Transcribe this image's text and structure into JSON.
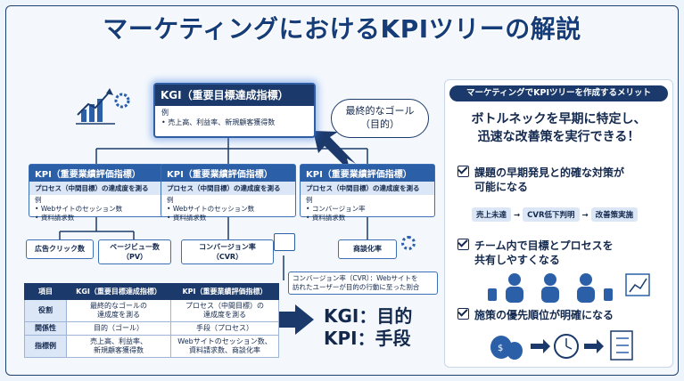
{
  "title": "マーケティングにおけるKPIツリーの解説",
  "kgi": {
    "header": "KGI（重要目標達成指標）",
    "ex_label": "例",
    "ex_item": "売上高、利益率、新規顧客獲得数"
  },
  "bubble": {
    "line1": "最終的なゴール",
    "line2": "（目的）"
  },
  "kpis": [
    {
      "header": "KPI（重要業績評価指標）",
      "sub": "プロセス（中間目標）の達成度を測る",
      "ex_label": "例",
      "items": [
        "Webサイトのセッション数",
        "資料請求数"
      ]
    },
    {
      "header": "KPI（重要業績評価指標）",
      "sub": "プロセス（中間目標）の達成度を測る",
      "ex_label": "例",
      "items": [
        "Webサイトのセッション数",
        "資料請求数"
      ]
    },
    {
      "header": "KPI（重要業績評価指標）",
      "sub": "プロセス（中間目標）の達成度を測る",
      "ex_label": "例",
      "items": [
        "コンバージョン率",
        "資料請求数"
      ]
    }
  ],
  "leaves": {
    "ad_click": "広告クリック数",
    "pv_line1": "ページビュー数",
    "pv_line2": "（PV）",
    "cvr_line1": "コンバージョン率",
    "cvr_line2": "（CVR）",
    "negotiation": "商談化率"
  },
  "cvr_note": {
    "line1": "コンバージョン率（CVR）：Webサイトを",
    "line2": "訪れたユーザーが目的の行動に至った割合"
  },
  "table": {
    "headers": [
      "項目",
      "KGI（重要目標達成指標）",
      "KPI（重要業績評価指標）"
    ],
    "rows": [
      {
        "label": "役割",
        "kgi": [
          "最終的なゴールの",
          "達成度を測る"
        ],
        "kpi": [
          "プロセス（中間目標）の",
          "達成度を測る"
        ]
      },
      {
        "label": "関係性",
        "kgi": [
          "目的（ゴール）"
        ],
        "kpi": [
          "手段（プロセス）"
        ]
      },
      {
        "label": "指標例",
        "kgi": [
          "売上高、利益率、",
          "新規顧客獲得数"
        ],
        "kpi": [
          "Webサイトのセッション数、",
          "資料請求数、商談化率"
        ]
      }
    ]
  },
  "summary": {
    "line1": "KGI：目的",
    "line2": "KPI：手段"
  },
  "panel": {
    "title": "マーケティングでKPIツリーを作成するメリット",
    "headline1": "ボトルネックを早期に特定し、",
    "headline2": "迅速な改善策を実行できる！",
    "item1_line1": "課題の早期発見と的確な対策が",
    "item1_line2": "可能になる",
    "flow": [
      "売上未達",
      "CVR低下判明",
      "改善策実施"
    ],
    "item2_line1": "チーム内で目標とプロセスを",
    "item2_line2": "共有しやすくなる",
    "item3": "施策の優先順位が明確になる"
  },
  "colors": {
    "navy": "#1b3a6b",
    "blue": "#2b5fa8",
    "light": "#dbe7f6"
  }
}
